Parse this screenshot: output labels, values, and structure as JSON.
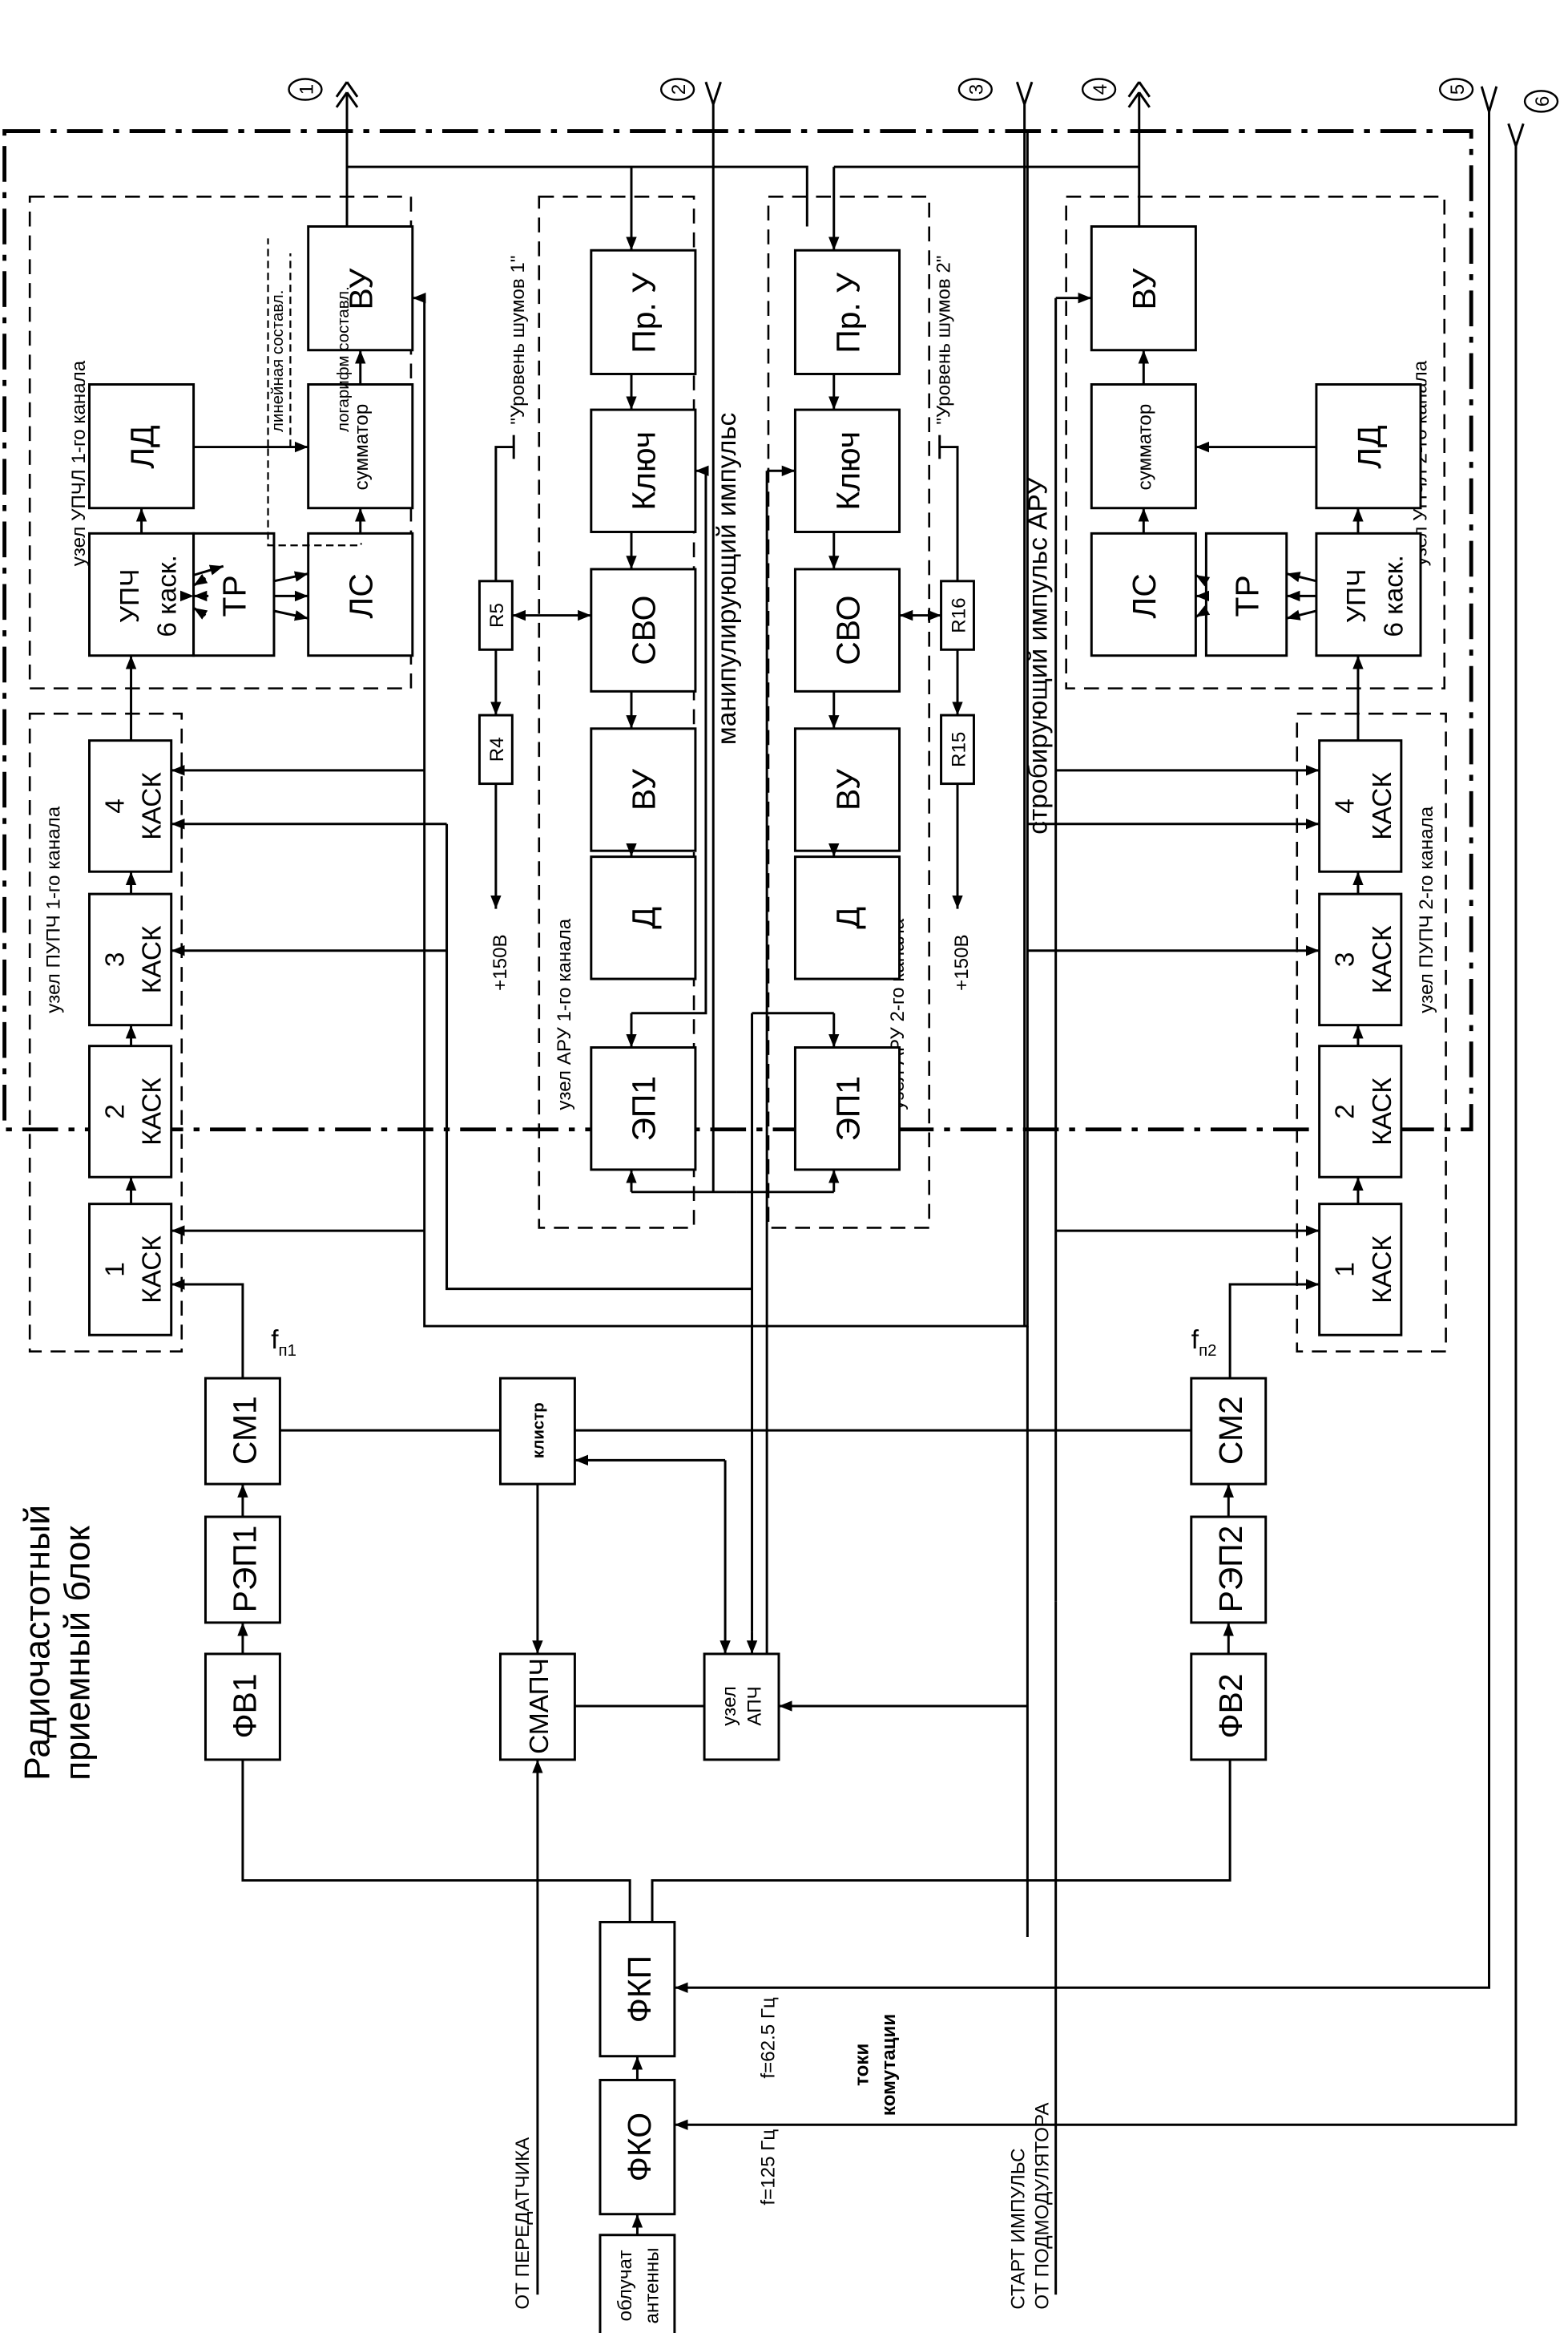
{
  "title": "Радиочастотный приемный блок",
  "title_lines": [
    "Радиочастотный",
    "приемный блок"
  ],
  "connectors": [
    "1",
    "2",
    "3",
    "4",
    "5",
    "6"
  ],
  "nodes": {
    "upchl1": "узел УПЧЛ 1-го канала",
    "upchl2": "узел УПЧЛ 2-го канала",
    "pupch1": "узел ПУПЧ 1-го канала",
    "pupch2": "узел ПУПЧ 2-го канала",
    "aru1": "узел АРУ 1-го канала",
    "aru2": "узел АРУ 2-го канала"
  },
  "blocks": {
    "ld": "ЛД",
    "upch_l1": "УПЧ",
    "upch_l2": "6 каск.",
    "tr": "ТР",
    "ls": "ЛС",
    "summator": "сумматор",
    "vu": "ВУ",
    "pru": "Пр. У",
    "kluch": "Ключ",
    "svo": "СВО",
    "d": "Д",
    "ep1": "ЭП1",
    "kask_word": "КАСК",
    "kask_nums": [
      "1",
      "2",
      "3",
      "4"
    ],
    "r5": "R5",
    "r4": "R4",
    "r16": "R16",
    "r15": "R15",
    "cm1": "СМ1",
    "cm2": "СМ2",
    "rep1": "РЭП1",
    "rep2": "РЭП2",
    "fv1": "ФВ1",
    "fv2": "ФВ2",
    "klistr": "клистр",
    "smapch": "СМАПЧ",
    "apch_l1": "узел",
    "apch_l2": "АПЧ",
    "fkp": "ФКП",
    "fko": "ФКО",
    "obl_l1": "облучат",
    "obl_l2": "антенны"
  },
  "labels": {
    "linear": "линейная составл.",
    "log": "логарифм составл.",
    "noise1": "\"Уровень шумов 1\"",
    "noise2": "\"Уровень шумов 2\"",
    "manip": "манипулирующий импульс",
    "strob": "стробирующий импульс АРУ",
    "v150": "+150В",
    "fp1": "f",
    "fp1_sub": "п1",
    "fp2": "f",
    "fp2_sub": "п2",
    "from_tx": "ОТ ПЕРЕДАТЧИКА",
    "start_l1": "СТАРТ ИМПУЛЬС",
    "start_l2": "ОТ ПОДМОДУЛЯТОРА",
    "f625": "f=62.5 Гц",
    "f125": "f=125 Гц",
    "toki_l1": "токи",
    "toki_l2": "комутации"
  }
}
